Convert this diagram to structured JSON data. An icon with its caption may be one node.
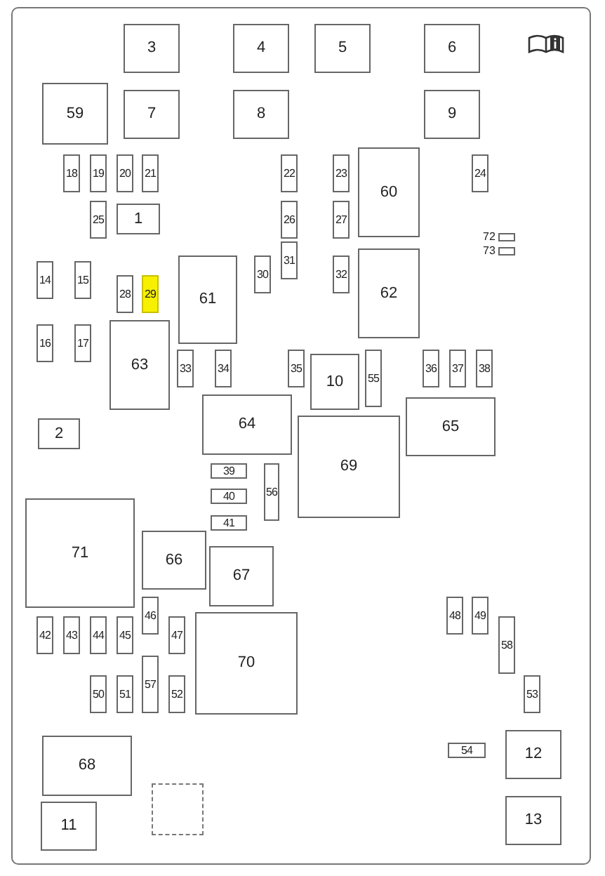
{
  "diagram": {
    "nodes": [
      {
        "text": [
          "3"
        ]
      },
      {
        "text": [
          "4"
        ]
      },
      {
        "text": [
          "5"
        ]
      },
      {
        "text": [
          "6"
        ]
      },
      {
        "text": [
          "59"
        ]
      },
      {
        "text": [
          "7"
        ]
      },
      {
        "text": [
          "8"
        ]
      },
      {
        "text": [
          "9"
        ]
      },
      {
        "text": [
          "18"
        ]
      },
      {
        "text": [
          "19"
        ]
      },
      {
        "text": [
          "20"
        ]
      },
      {
        "text": [
          "21"
        ]
      },
      {
        "text": [
          "22"
        ]
      },
      {
        "text": [
          "23"
        ]
      },
      {
        "text": [
          "60"
        ]
      },
      {
        "text": [
          "24"
        ]
      },
      {
        "text": [
          "25"
        ]
      },
      {
        "text": [
          "1"
        ]
      },
      {
        "text": [
          "26"
        ]
      },
      {
        "text": [
          "27"
        ]
      },
      {
        "text": [],
        "shape": "box",
        "beside": [
          "72"
        ]
      },
      {
        "text": [],
        "shape": "box",
        "beside": [
          "73"
        ]
      },
      {
        "text": [
          "31"
        ]
      },
      {
        "text": [
          "14"
        ]
      },
      {
        "text": [
          "15"
        ]
      },
      {
        "text": [
          "30"
        ]
      },
      {
        "text": [
          "61"
        ]
      },
      {
        "text": [
          "32"
        ]
      },
      {
        "text": [
          "62"
        ]
      },
      {
        "text": [
          "28"
        ]
      },
      {
        "text": [
          "29"
        ]
      },
      {
        "text": [
          "16"
        ]
      },
      {
        "text": [
          "17"
        ]
      },
      {
        "text": [
          "63"
        ]
      },
      {
        "text": [
          "33"
        ]
      },
      {
        "text": [
          "34"
        ]
      },
      {
        "text": [
          "35"
        ]
      },
      {
        "text": [
          "10"
        ]
      },
      {
        "text": [
          "55"
        ]
      },
      {
        "text": [
          "36"
        ]
      },
      {
        "text": [
          "37"
        ]
      },
      {
        "text": [
          "38"
        ]
      },
      {
        "text": [
          "64"
        ]
      },
      {
        "text": [
          "65"
        ]
      },
      {
        "text": [
          "69"
        ]
      },
      {
        "text": [
          "2"
        ]
      },
      {
        "text": [
          "39"
        ]
      },
      {
        "text": [
          "40"
        ]
      },
      {
        "text": [
          "56"
        ]
      },
      {
        "text": [
          "41"
        ]
      },
      {
        "text": [
          "71"
        ]
      },
      {
        "text": [
          "66"
        ]
      },
      {
        "text": [
          "67"
        ]
      },
      {
        "text": [
          "46"
        ]
      },
      {
        "text": [
          "48"
        ]
      },
      {
        "text": [
          "49"
        ]
      },
      {
        "text": [
          "42"
        ]
      },
      {
        "text": [
          "43"
        ]
      },
      {
        "text": [
          "44"
        ]
      },
      {
        "text": [
          "45"
        ]
      },
      {
        "text": [
          "47"
        ]
      },
      {
        "text": [
          "70"
        ]
      },
      {
        "text": [
          "58"
        ]
      },
      {
        "text": [
          "57"
        ]
      },
      {
        "text": [
          "50"
        ]
      },
      {
        "text": [
          "51"
        ]
      },
      {
        "text": [
          "52"
        ]
      },
      {
        "text": [
          "53"
        ]
      },
      {
        "text": [
          "54"
        ]
      },
      {
        "text": [
          "12"
        ]
      },
      {
        "text": [
          "68"
        ]
      },
      {
        "text": [],
        "shape": "box"
      },
      {
        "text": [
          "11"
        ]
      },
      {
        "text": [
          "13"
        ]
      }
    ],
    "edges": []
  }
}
